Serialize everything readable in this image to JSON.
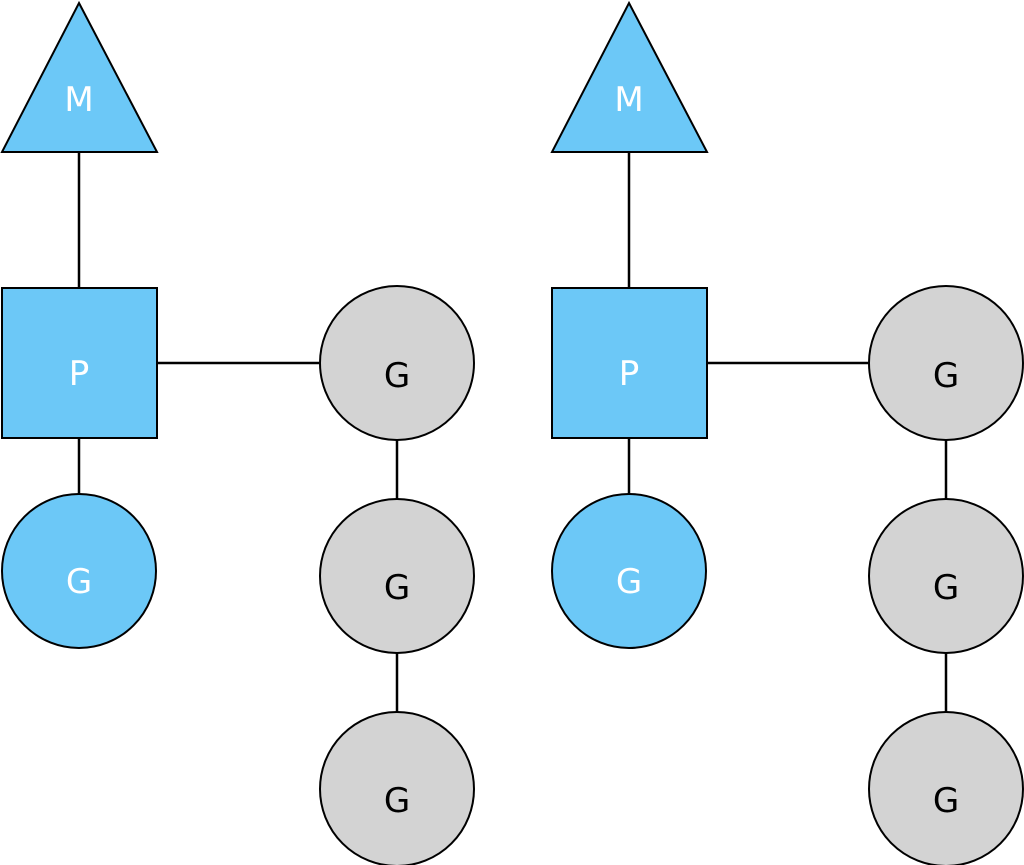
{
  "colors": {
    "active": "#6cc8f7",
    "queued": "#d3d3d3",
    "text_on_active": "#ffffff",
    "text_on_queued": "#000000",
    "line": "#000000"
  },
  "groups": [
    {
      "machine": {
        "label": "M",
        "shape": "triangle"
      },
      "processor": {
        "label": "P",
        "shape": "square"
      },
      "running_goroutine": {
        "label": "G",
        "shape": "circle"
      },
      "queued_goroutines": [
        {
          "label": "G",
          "shape": "circle"
        },
        {
          "label": "G",
          "shape": "circle"
        },
        {
          "label": "G",
          "shape": "circle"
        }
      ]
    },
    {
      "machine": {
        "label": "M",
        "shape": "triangle"
      },
      "processor": {
        "label": "P",
        "shape": "square"
      },
      "running_goroutine": {
        "label": "G",
        "shape": "circle"
      },
      "queued_goroutines": [
        {
          "label": "G",
          "shape": "circle"
        },
        {
          "label": "G",
          "shape": "circle"
        },
        {
          "label": "G",
          "shape": "circle"
        }
      ]
    }
  ]
}
